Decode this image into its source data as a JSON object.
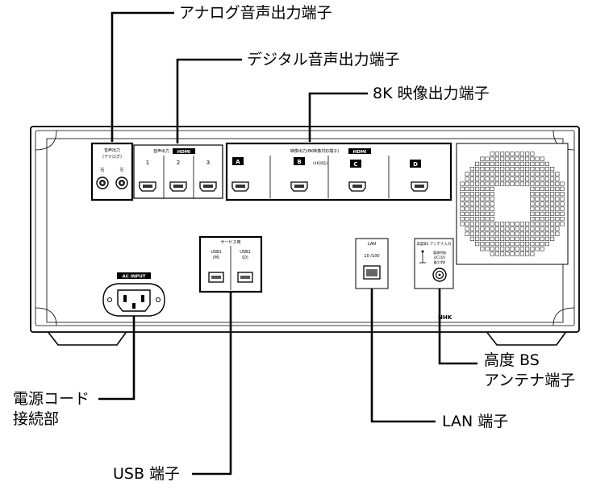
{
  "callouts": {
    "analog_audio_out": "アナログ音声出力端子",
    "digital_audio_out": "デジタル音声出力端子",
    "video_out_8k": "8K 映像出力端子",
    "power_cord": [
      "電源コード",
      "接続部"
    ],
    "usb": "USB 端子",
    "lan": "LAN 端子",
    "bs_antenna": [
      "高度 BS",
      "アンテナ端子"
    ]
  },
  "panel_labels": {
    "analog_header": "音声出力",
    "analog_sub": "(アナログ)",
    "analog_left": "右",
    "analog_right": "左",
    "digital_header": "音声出力",
    "hdmi_logo": "HDMI",
    "digital_ports": [
      "1",
      "2",
      "3"
    ],
    "video_header": "映像出力(8K映像対応端子)",
    "video_ports": [
      "A",
      "B",
      "C",
      "D"
    ],
    "video_b_note": "(4K対応)",
    "service_header": "サービス用",
    "usb_ports": [
      "USB1\n(M)",
      "USB2\n(D)"
    ],
    "ac_input": "AC INPUT",
    "lan_header": "LAN",
    "lan_speed": "10 /100",
    "bs_header": "高度BS アンテナ入力",
    "bs_power": "電源供給\nDC15V\n最大4W",
    "brand_mark": "NHK"
  }
}
